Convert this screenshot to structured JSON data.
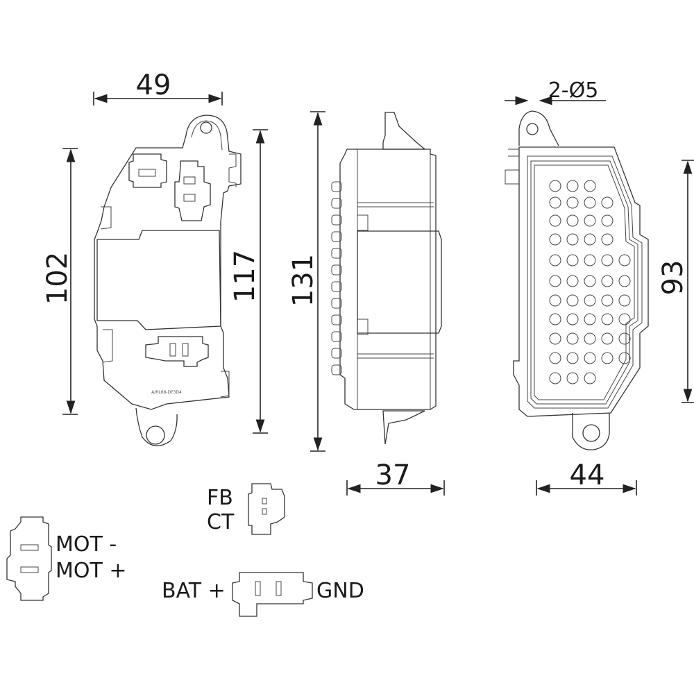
{
  "dimensions": {
    "front_width": "49",
    "front_height_body": "102",
    "front_height_total": "117",
    "side_height": "131",
    "side_depth": "37",
    "back_holes": "2-Ø5",
    "back_height": "93",
    "back_width": "44"
  },
  "pinouts": {
    "feedback": {
      "line1": "FB",
      "line2": "CT"
    },
    "motor": {
      "minus": "MOT -",
      "plus": "MOT +"
    },
    "power": {
      "bat": "BAT +",
      "gnd": "GND"
    }
  },
  "marking": "A/RL68-DF3D4"
}
